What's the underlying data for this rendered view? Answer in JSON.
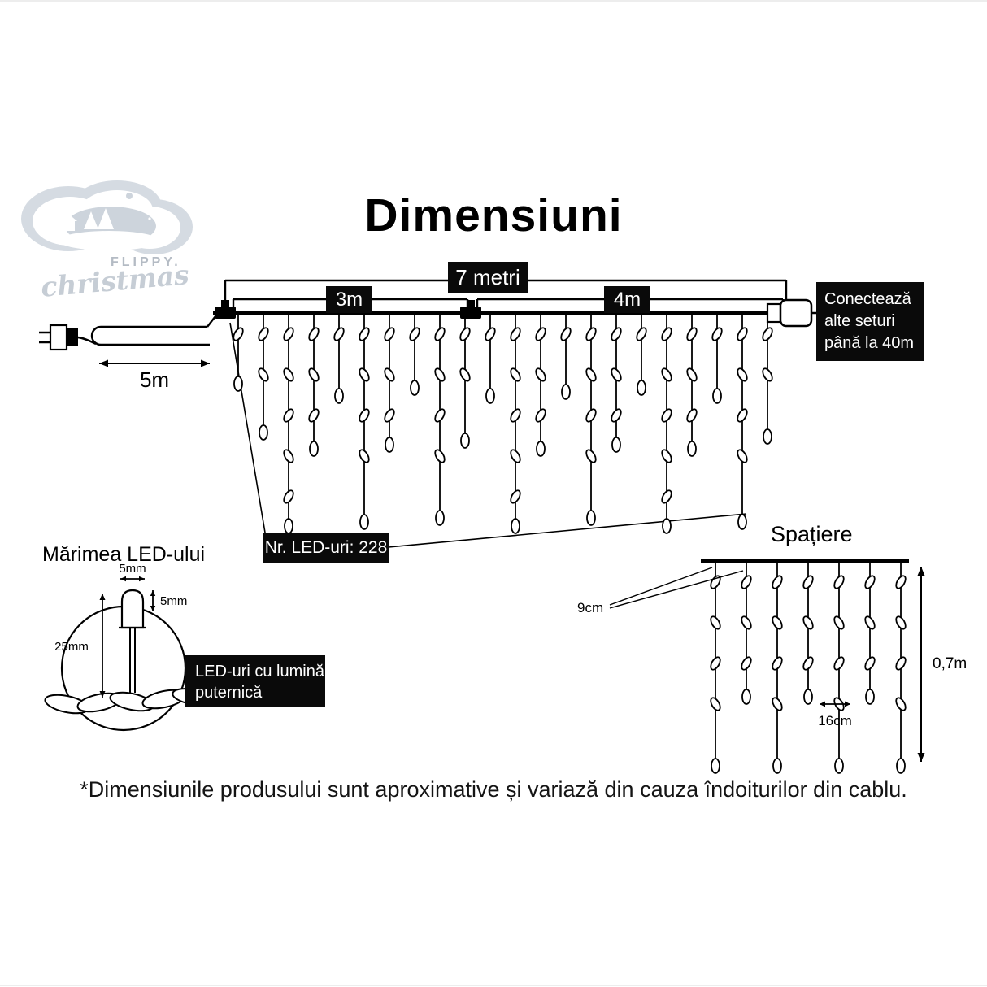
{
  "title": "Dimensiuni",
  "logo": {
    "brand": "FLIPPY.",
    "script": "christmas"
  },
  "dims": {
    "total": "7 metri",
    "left_section": "3m",
    "right_section": "4m",
    "lead": "5m",
    "led_count": "Nr. LED-uri: 228",
    "connect": {
      "line1": "Conectează",
      "line2": "alte seturi",
      "line3": "până la 40m"
    }
  },
  "led_size": {
    "heading": "Mărimea LED-ului",
    "width": "5mm",
    "cap_height": "5mm",
    "length": "25mm",
    "note": {
      "line1": "LED-uri cu lumină",
      "line2": "puternică"
    }
  },
  "spacing": {
    "heading": "Spațiere",
    "gap": "9cm",
    "horizontal": "16cm",
    "height": "0,7m"
  },
  "footnote": "*Dimensiunile produsului sunt aproximative și variază din cauza îndoiturilor din cablu.",
  "curtain": {
    "drop_lengths": [
      80,
      140,
      255,
      160,
      95,
      250,
      155,
      85,
      245,
      150,
      95,
      255,
      160,
      90,
      245,
      155,
      85,
      255,
      160,
      95,
      250,
      145
    ],
    "spacing_drop_lengths": [
      245,
      160,
      245,
      160,
      245,
      160,
      245
    ]
  },
  "colors": {
    "ink": "#000000",
    "box": "#0a0a0a",
    "logo_gray": "#d5dbe2"
  }
}
